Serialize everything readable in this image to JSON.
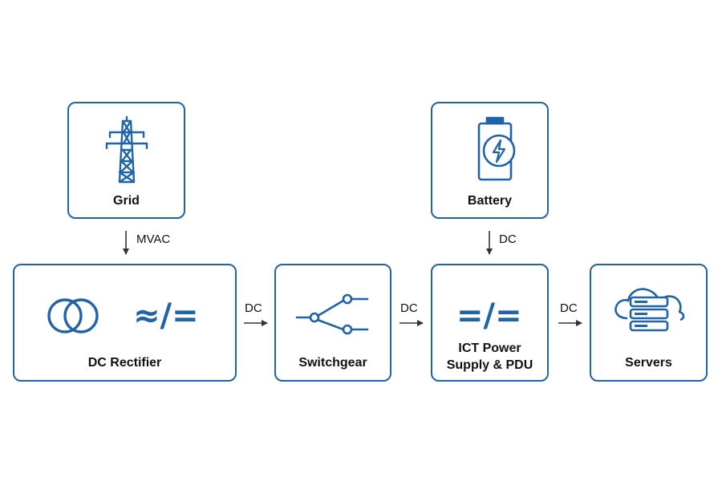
{
  "colors": {
    "accent": "#1f63a8",
    "text": "#111111",
    "arrow": "#333333"
  },
  "nodes": {
    "grid": {
      "label": "Grid",
      "icon": "transmission-tower-icon"
    },
    "battery": {
      "label": "Battery",
      "icon": "battery-charging-icon"
    },
    "dc_rectifier": {
      "label": "DC Rectifier",
      "icon": "transformer-icon",
      "symbol": "≈/="
    },
    "switchgear": {
      "label": "Switchgear",
      "icon": "switch-icon"
    },
    "ict_power": {
      "label_line1": "ICT Power",
      "label_line2": "Supply & PDU",
      "symbol": "=/="
    },
    "servers": {
      "label": "Servers",
      "icon": "cloud-server-icon"
    }
  },
  "connections": {
    "grid_to_rectifier": "MVAC",
    "battery_to_ict": "DC",
    "rectifier_to_switchgear": "DC",
    "switchgear_to_ict": "DC",
    "ict_to_servers": "DC"
  }
}
